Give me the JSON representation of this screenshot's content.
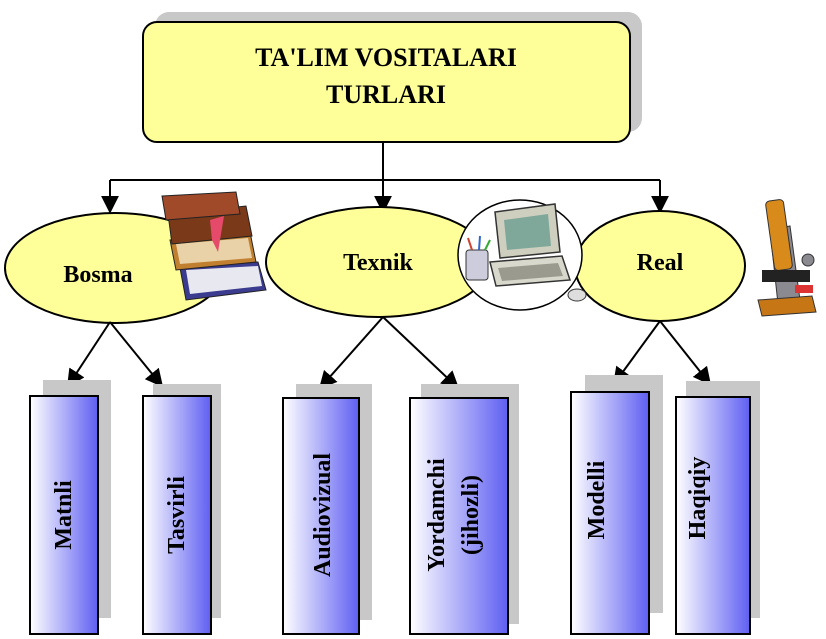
{
  "diagram": {
    "root": {
      "line1": "TA'LIM VOSITALARI",
      "line2": "TURLARI"
    },
    "categories": [
      {
        "label": "Bosma",
        "icon": "books-icon"
      },
      {
        "label": "Texnik",
        "icon": "computer-icon"
      },
      {
        "label": "Real",
        "icon": "microscope-icon"
      }
    ],
    "leaves": [
      {
        "label": "Matnli"
      },
      {
        "label": "Tasvirli"
      },
      {
        "label": "Audiovizual"
      },
      {
        "label": "Yordamchi",
        "label2": "(jihozli)"
      },
      {
        "label": "Modelli"
      },
      {
        "label": "Haqiqiy"
      }
    ]
  },
  "colors": {
    "root_fill": "#ffff99",
    "ellipse_fill": "#ffff99",
    "leaf_gradient_start": "#ffffff",
    "leaf_gradient_end": "#6666ff",
    "shadow": "#c8c8c8"
  }
}
